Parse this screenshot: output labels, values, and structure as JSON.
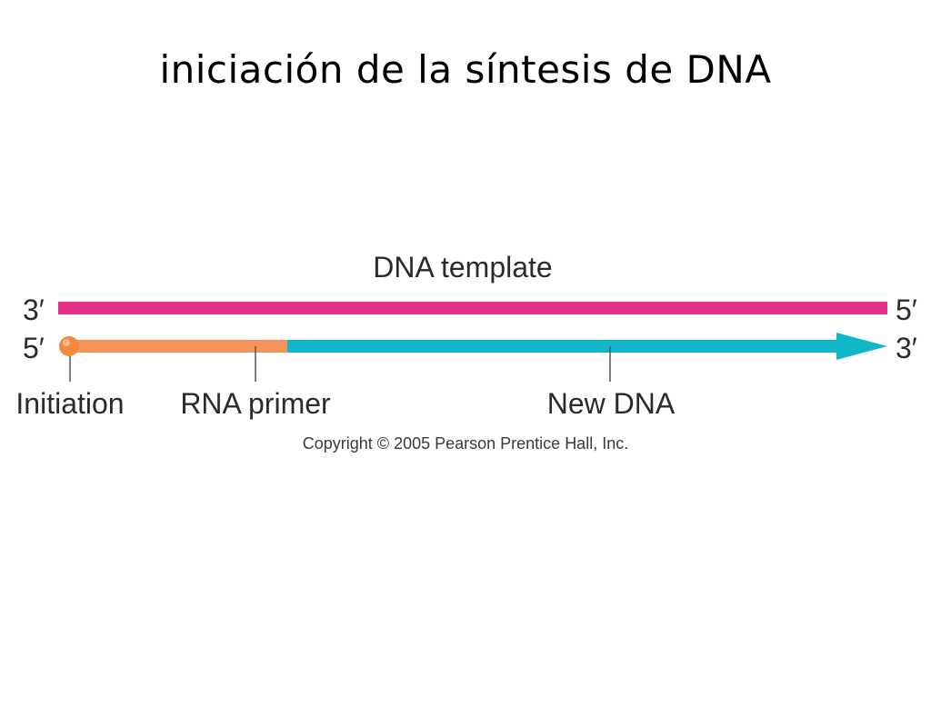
{
  "slide": {
    "title": "iniciación de la síntesis de DNA"
  },
  "diagram": {
    "template_label": "DNA template",
    "template_left_end": "3′",
    "template_right_end": "5′",
    "new_strand_left_end": "5′",
    "new_strand_right_end": "3′",
    "initiation_label": "Initiation",
    "rna_primer_label": "RNA primer",
    "new_dna_label": "New DNA",
    "copyright": "Copyright © 2005 Pearson Prentice Hall, Inc.",
    "colors": {
      "template_strand": "#e8308a",
      "rna_primer": "#f5935c",
      "new_dna": "#0fb7c9",
      "initiation_dot": "#f28a3e",
      "leader_line": "#555555"
    }
  }
}
